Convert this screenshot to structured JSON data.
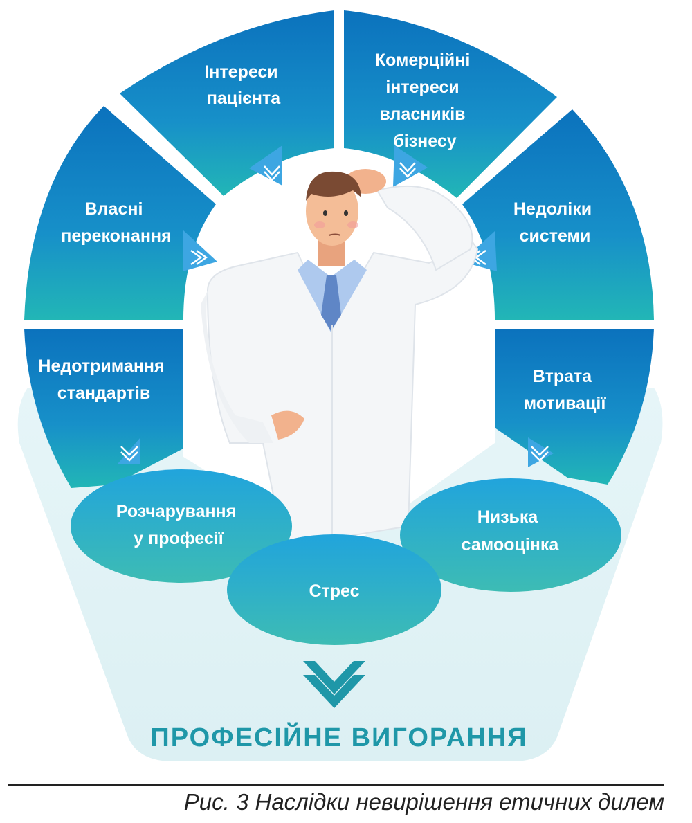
{
  "segments": {
    "patient_interests": [
      "Інтереси",
      "пацієнта"
    ],
    "commercial_interests": [
      "Комерційні",
      "інтереси",
      "власників",
      "бізнесу"
    ],
    "own_beliefs": [
      "Власні",
      "переконання"
    ],
    "system_flaws": [
      "Недоліки",
      "системи"
    ],
    "non_compliance": [
      "Недотримання",
      "стандартів"
    ],
    "loss_of_motivation": [
      "Втрата",
      "мотивації"
    ]
  },
  "effects": {
    "disappointment": [
      "Розчарування",
      "у професії"
    ],
    "low_self_esteem": [
      "Низька",
      "самооцінка"
    ],
    "stress": [
      "Стрес"
    ]
  },
  "result": "ПРОФЕСІЙНЕ ВИГОРАННЯ",
  "caption": "Рис. 3 Наслідки невирішення етичних дилем",
  "colors": {
    "segment_blue": "#0b72bd",
    "segment_teal": "#22b6b6",
    "ellipse_top": "#21a4dc",
    "ellipse_bottom": "#3dbcb4",
    "backdrop": "#dff1f5",
    "result_text": "#1f97a8",
    "arrow_light": "#3da6e2"
  },
  "icons": [
    "chevron-down-double-icon",
    "doctor-illustration"
  ]
}
